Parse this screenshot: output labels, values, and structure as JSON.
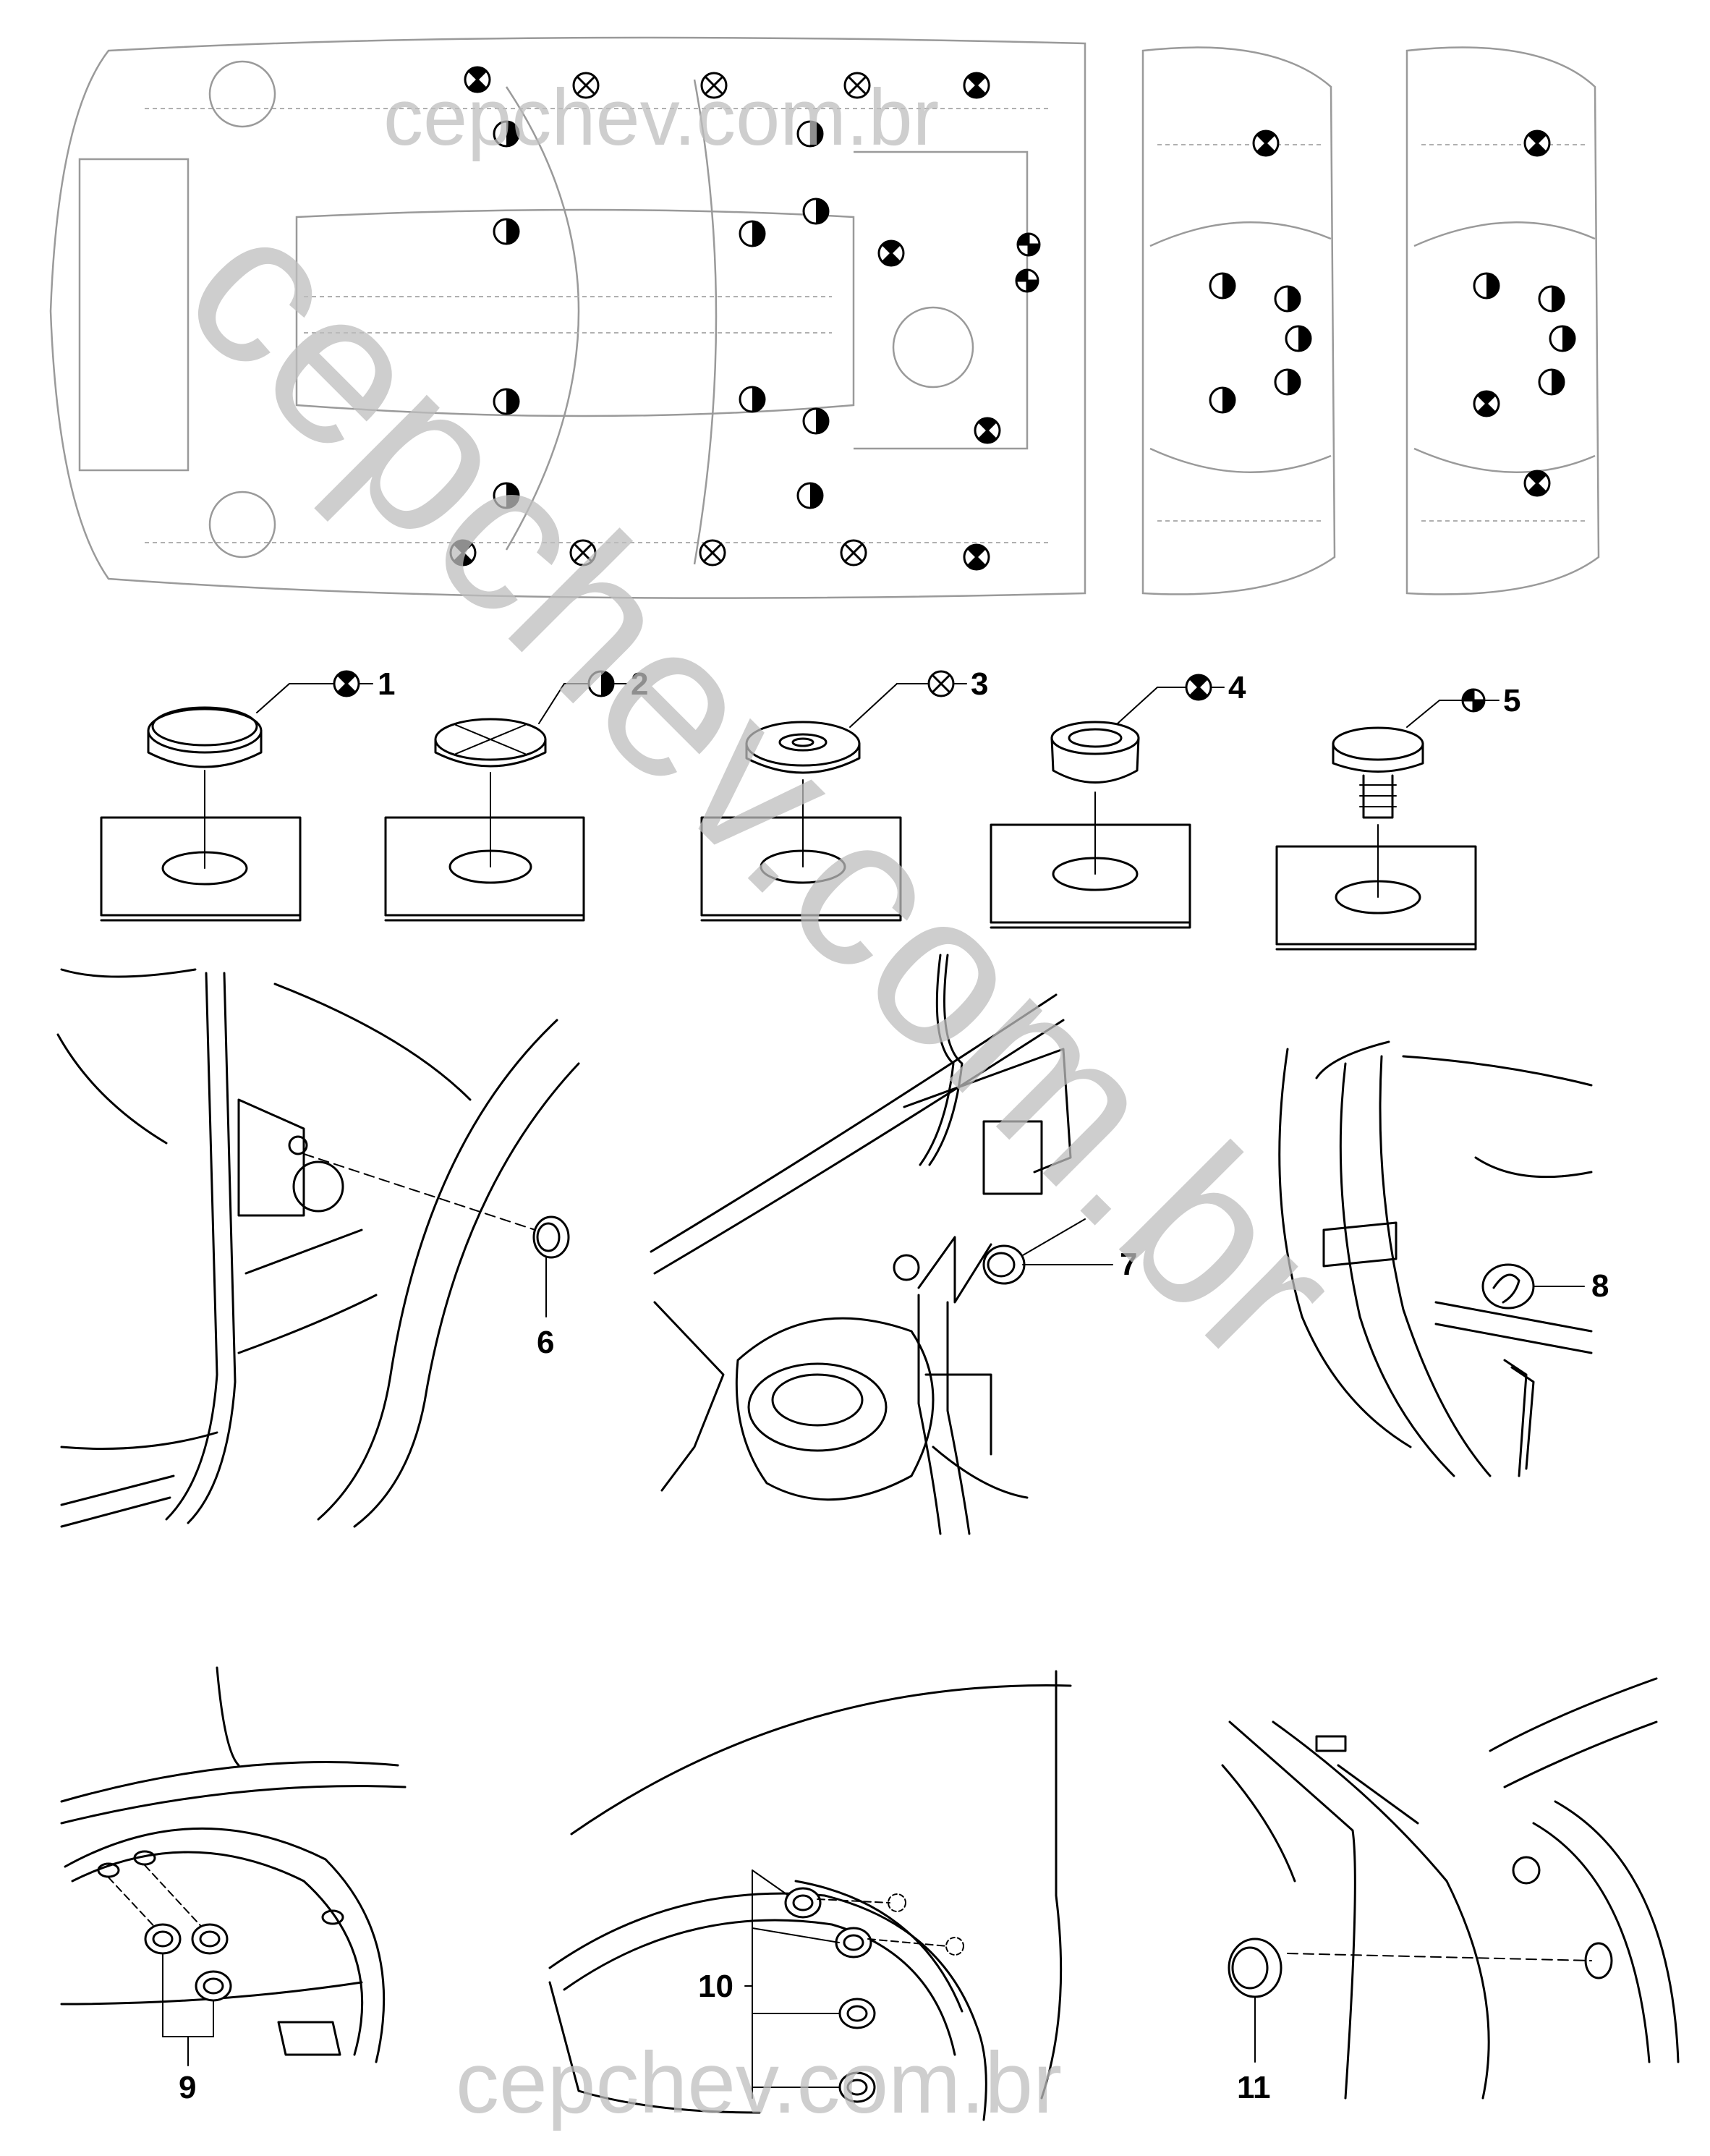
{
  "watermarks": {
    "diagonal": "cepchev.com.br",
    "top": "cepchev.com.br",
    "bottom": "cepchev.com.br"
  },
  "legend": [
    {
      "number": "1",
      "symbol": "cross-half-filled"
    },
    {
      "number": "2",
      "symbol": "half-filled"
    },
    {
      "number": "3",
      "symbol": "cross-open"
    },
    {
      "number": "4",
      "symbol": "cross-quarter-filled"
    },
    {
      "number": "5",
      "symbol": "plus-quarter-filled"
    }
  ],
  "callouts": {
    "c6": "6",
    "c7": "7",
    "c8": "8",
    "c9": "9",
    "c10": "10",
    "c11": "11"
  },
  "colors": {
    "line": "#000000",
    "underbody_gray": "#9a9a9a",
    "watermark": "#bdbdbd",
    "background": "#ffffff"
  }
}
